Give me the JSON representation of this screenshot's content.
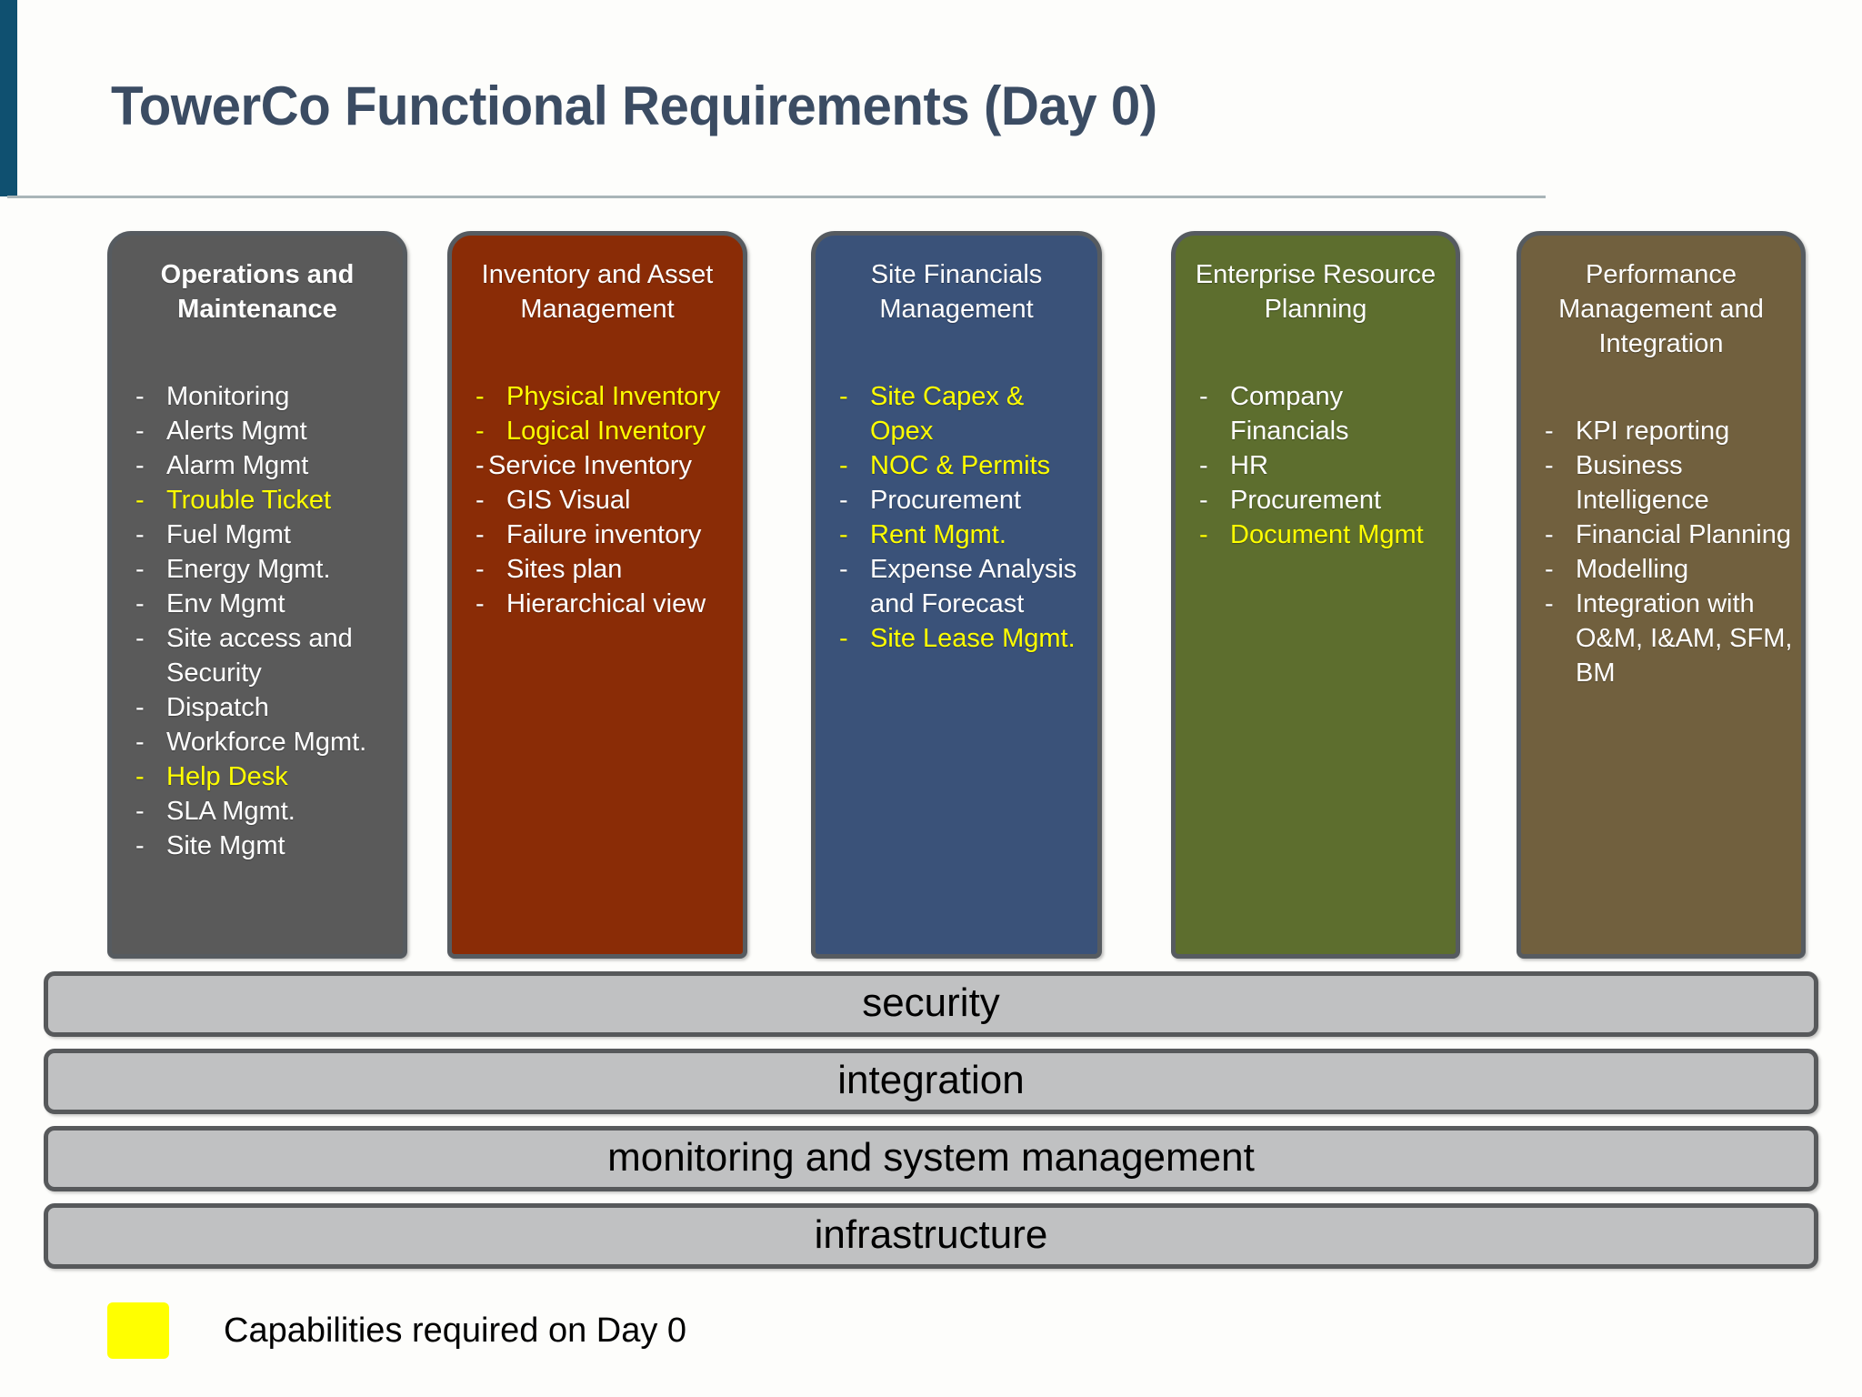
{
  "slide": {
    "title": "TowerCo Functional Requirements (Day 0)",
    "accent_color": "#0f5070",
    "title_color": "#3b4c63",
    "highlight_color": "#ffff00"
  },
  "columns": [
    {
      "id": "operations-and-maintenance",
      "title": "Operations and Maintenance",
      "bold_title": true,
      "color": "#5a5a5a",
      "items": [
        {
          "text": "Monitoring",
          "highlight": false
        },
        {
          "text": "Alerts Mgmt",
          "highlight": false
        },
        {
          "text": "Alarm Mgmt",
          "highlight": false
        },
        {
          "text": "Trouble Ticket",
          "highlight": true
        },
        {
          "text": "Fuel Mgmt",
          "highlight": false
        },
        {
          "text": "Energy Mgmt.",
          "highlight": false
        },
        {
          "text": "Env Mgmt",
          "highlight": false
        },
        {
          "text": "Site access and Security",
          "highlight": false
        },
        {
          "text": "Dispatch",
          "highlight": false
        },
        {
          "text": "Workforce Mgmt.",
          "highlight": false
        },
        {
          "text": "Help Desk",
          "highlight": true
        },
        {
          "text": "SLA Mgmt.",
          "highlight": false
        },
        {
          "text": "Site Mgmt",
          "highlight": false
        }
      ]
    },
    {
      "id": "inventory-and-asset-management",
      "title": "Inventory and Asset Management",
      "bold_title": false,
      "color": "#8a2c06",
      "items": [
        {
          "text": "Physical Inventory",
          "highlight": true
        },
        {
          "text": "Logical Inventory",
          "highlight": true
        },
        {
          "text": "Service Inventory",
          "highlight": false,
          "tight": true
        },
        {
          "text": "GIS Visual",
          "highlight": false
        },
        {
          "text": "Failure inventory",
          "highlight": false
        },
        {
          "text": "Sites plan",
          "highlight": false
        },
        {
          "text": "Hierarchical view",
          "highlight": false
        }
      ]
    },
    {
      "id": "site-financials-management",
      "title": "Site Financials Management",
      "bold_title": false,
      "color": "#3a5279",
      "items": [
        {
          "text": "Site Capex & Opex",
          "highlight": true
        },
        {
          "text": "NOC & Permits",
          "highlight": true
        },
        {
          "text": "Procurement",
          "highlight": false
        },
        {
          "text": "Rent Mgmt.",
          "highlight": true
        },
        {
          "text": "Expense Analysis and Forecast",
          "highlight": false
        },
        {
          "text": "Site Lease Mgmt.",
          "highlight": true
        }
      ]
    },
    {
      "id": "enterprise-resource-planning",
      "title": "Enterprise Resource Planning",
      "bold_title": false,
      "color": "#5d6e2e",
      "items": [
        {
          "text": "Company Financials",
          "highlight": false
        },
        {
          "text": "HR",
          "highlight": false
        },
        {
          "text": "Procurement",
          "highlight": false
        },
        {
          "text": "Document Mgmt",
          "highlight": true
        }
      ]
    },
    {
      "id": "performance-management-and-integration",
      "title": "Performance Management and Integration",
      "bold_title": false,
      "color": "#71603e",
      "items": [
        {
          "text": "KPI reporting",
          "highlight": false
        },
        {
          "text": "Business Intelligence",
          "highlight": false
        },
        {
          "text": "Financial Planning",
          "highlight": false
        },
        {
          "text": "Modelling",
          "highlight": false
        },
        {
          "text": "Integration with O&M, I&AM, SFM, BM",
          "highlight": false
        }
      ]
    }
  ],
  "bars": [
    {
      "id": "security",
      "label": "security"
    },
    {
      "id": "integration",
      "label": "integration"
    },
    {
      "id": "monitoring-and-system-management",
      "label": "monitoring and system management"
    },
    {
      "id": "infrastructure",
      "label": "infrastructure"
    }
  ],
  "legend": {
    "swatch_color": "#ffff00",
    "text": "Capabilities required on Day 0"
  }
}
